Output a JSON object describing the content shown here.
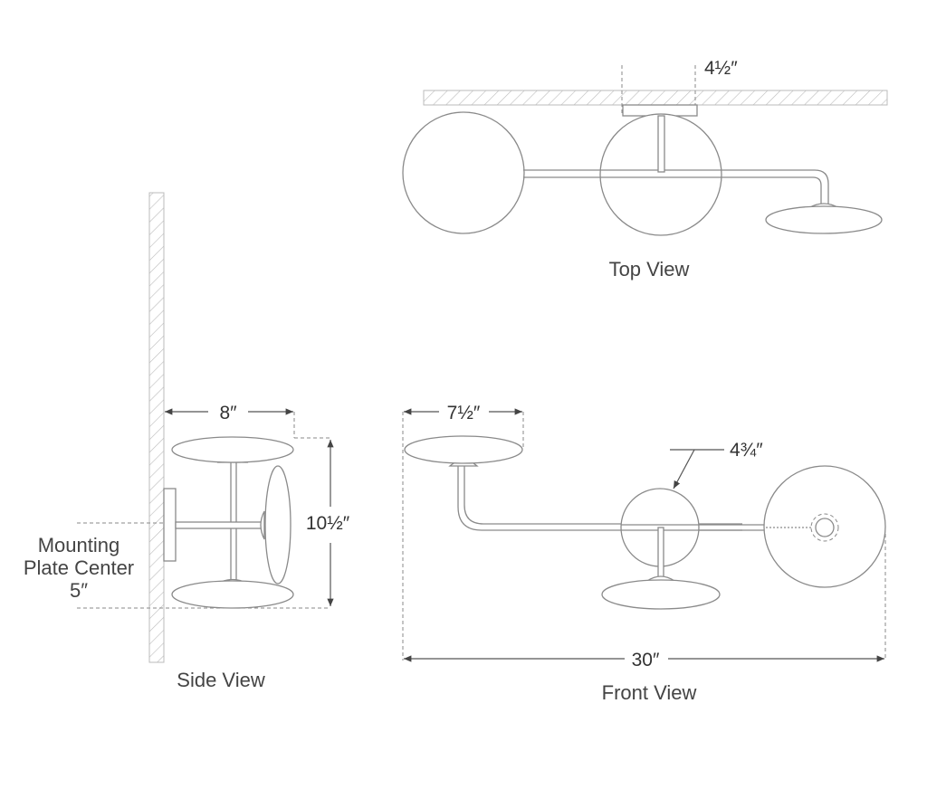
{
  "views": {
    "top": {
      "title": "Top View",
      "plate_width": "4½″"
    },
    "side": {
      "title": "Side View",
      "depth": "8″",
      "height": "10½″",
      "mounting_label_1": "Mounting",
      "mounting_label_2": "Plate Center",
      "mounting_value": "5″"
    },
    "front": {
      "title": "Front View",
      "shade_width": "7½″",
      "globe_diameter": "4¾″",
      "overall_width": "30″"
    }
  }
}
